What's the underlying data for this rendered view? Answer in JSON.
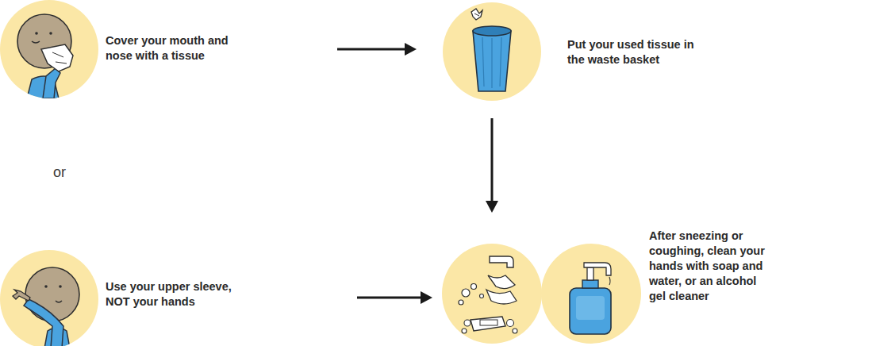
{
  "diagram": {
    "nodes": [
      {
        "text": [
          "Cover your mouth and nose with a tissue"
        ]
      },
      {
        "text": [
          "Put your used tissue in the waste basket"
        ]
      },
      {
        "text": [
          "Use your upper sleeve, NOT your hands"
        ]
      },
      {
        "text": [
          "After sneezing or coughing, clean your hands with soap and water, or an alcohol gel cleaner"
        ]
      }
    ],
    "edges": [
      {
        "from": 0,
        "to": 1,
        "arrow": "to"
      },
      {
        "from": 1,
        "to": 3,
        "arrow": "to"
      },
      {
        "from": 2,
        "to": 3,
        "arrow": "to"
      }
    ],
    "labels": [
      "or"
    ]
  }
}
